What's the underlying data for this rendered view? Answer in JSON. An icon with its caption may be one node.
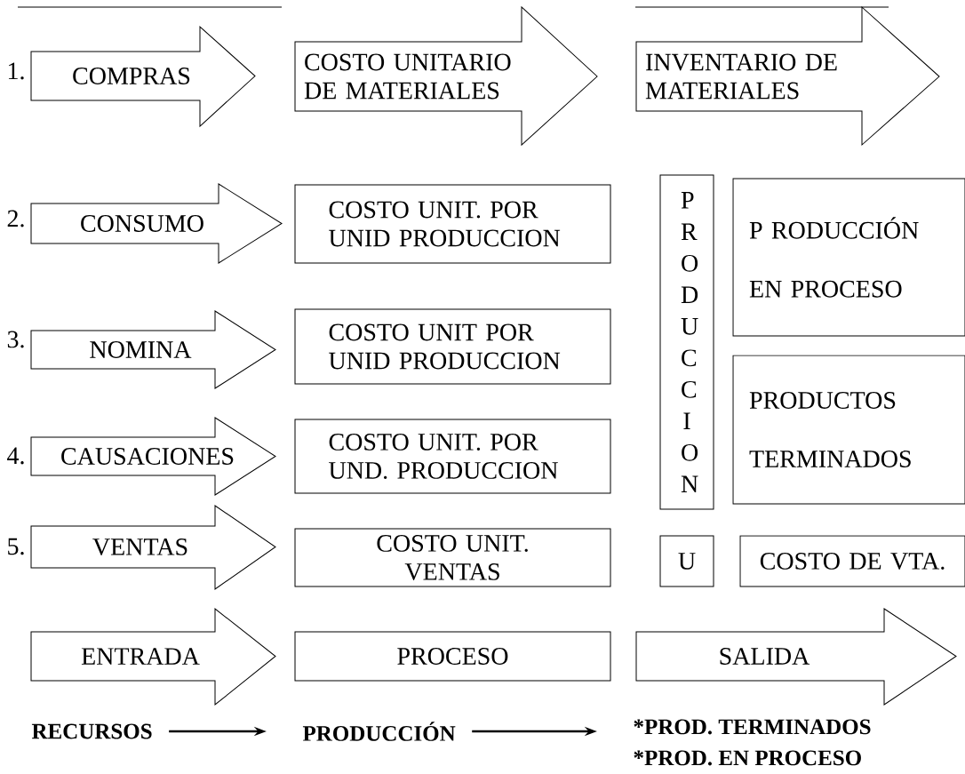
{
  "diagram": {
    "nodes": [
      {
        "text": [
          "COMPRAS"
        ]
      },
      {
        "text": [
          "COSTO UNITARIO DE MATERIALES"
        ]
      },
      {
        "text": [
          "INVENTARIO DE MATERIALES"
        ]
      },
      {
        "text": [
          "CONSUMO"
        ]
      },
      {
        "text": [
          "COSTO UNIT. POR UNID PRODUCCION"
        ]
      },
      {
        "text": [
          "P R O D U C C I O N"
        ]
      },
      {
        "text": [
          "P RODUCCIÓN",
          "EN PROCESO"
        ]
      },
      {
        "text": [
          "NOMINA"
        ]
      },
      {
        "text": [
          "COSTO UNIT POR UNID PRODUCCION"
        ]
      },
      {
        "text": [
          "PRODUCTOS",
          "TERMINADOS"
        ]
      },
      {
        "text": [
          "CAUSACIONES"
        ]
      },
      {
        "text": [
          "COSTO UNIT. POR UND. PRODUCCION"
        ]
      },
      {
        "text": [
          "VENTAS"
        ]
      },
      {
        "text": [
          "COSTO UNIT. VENTAS"
        ]
      },
      {
        "text": [
          "U"
        ]
      },
      {
        "text": [
          "COSTO DE VTA."
        ]
      },
      {
        "text": [
          "ENTRADA"
        ]
      },
      {
        "text": [
          "PROCESO"
        ]
      },
      {
        "text": [
          "SALIDA"
        ]
      },
      {
        "text": [
          "RECURSOS"
        ]
      },
      {
        "text": [
          "PRODUCCIÓN"
        ]
      },
      {
        "text": [
          "*PROD. TERMINADOS",
          "*PROD. EN PROCESO"
        ]
      }
    ],
    "edges": [
      {
        "from": 19,
        "to": 20,
        "arrow": "to"
      },
      {
        "from": 20,
        "to": 21,
        "arrow": "to"
      }
    ],
    "labels": [
      "1.",
      "2.",
      "3.",
      "4.",
      "5."
    ]
  }
}
